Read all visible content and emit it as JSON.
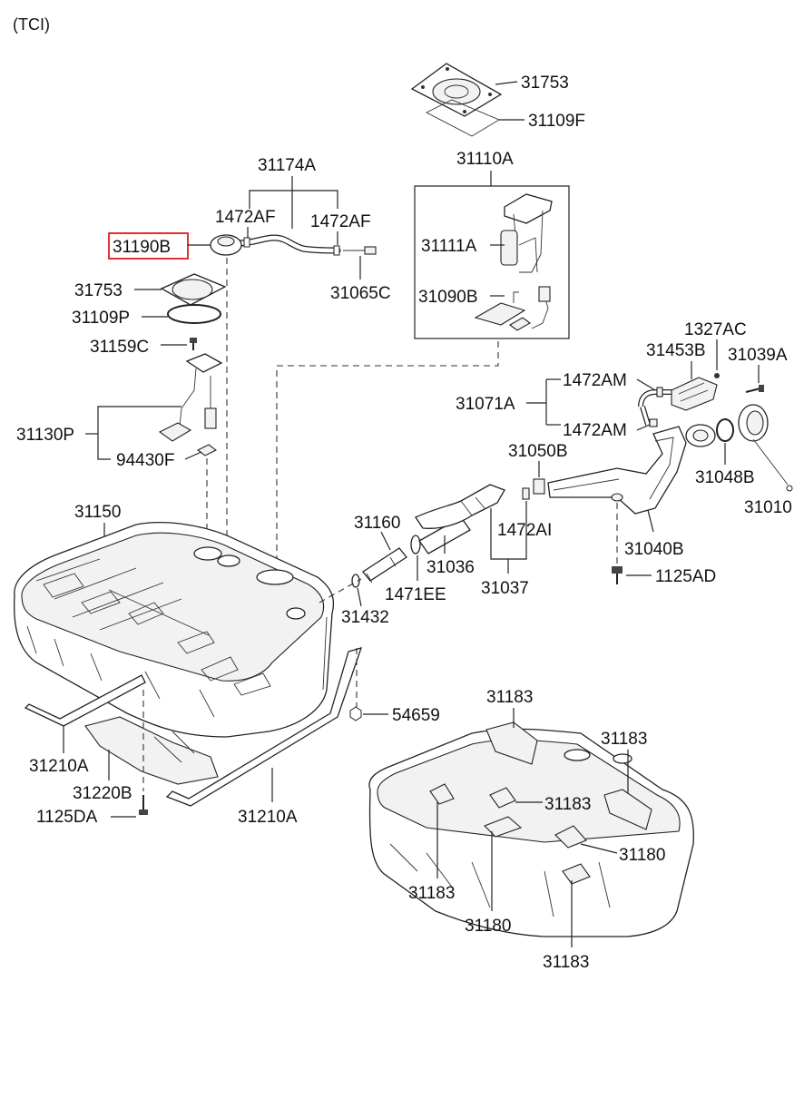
{
  "diagram": {
    "variant": "(TCI)",
    "highlight_color": "#e0191a",
    "labels": {
      "l31753_top": "31753",
      "l31109F": "31109F",
      "l31110A": "31110A",
      "l31174A": "31174A",
      "l1472AF_a": "1472AF",
      "l1472AF_b": "1472AF",
      "l31190B": "31190B",
      "l31065C": "31065C",
      "l31111A": "31111A",
      "l31090B": "31090B",
      "l31753_left": "31753",
      "l31109P": "31109P",
      "l31159C": "31159C",
      "l31130P": "31130P",
      "l94430F": "94430F",
      "l1327AC": "1327AC",
      "l31453B": "31453B",
      "l31039A": "31039A",
      "l1472AM_a": "1472AM",
      "l1472AM_b": "1472AM",
      "l31071A": "31071A",
      "l31050B": "31050B",
      "l31048B": "31048B",
      "l31010": "31010",
      "l31150": "31150",
      "l31160": "31160",
      "l1472AI": "1472AI",
      "l31036": "31036",
      "l31037": "31037",
      "l1471EE": "1471EE",
      "l31432": "31432",
      "l31040B": "31040B",
      "l1125AD": "1125AD",
      "l54659": "54659",
      "l31210A_a": "31210A",
      "l31220B": "31220B",
      "l1125DA": "1125DA",
      "l31210A_b": "31210A",
      "l31183_a": "31183",
      "l31183_b": "31183",
      "l31183_c": "31183",
      "l31180_a": "31180",
      "l31183_d": "31183",
      "l31180_b": "31180",
      "l31183_e": "31183"
    }
  }
}
